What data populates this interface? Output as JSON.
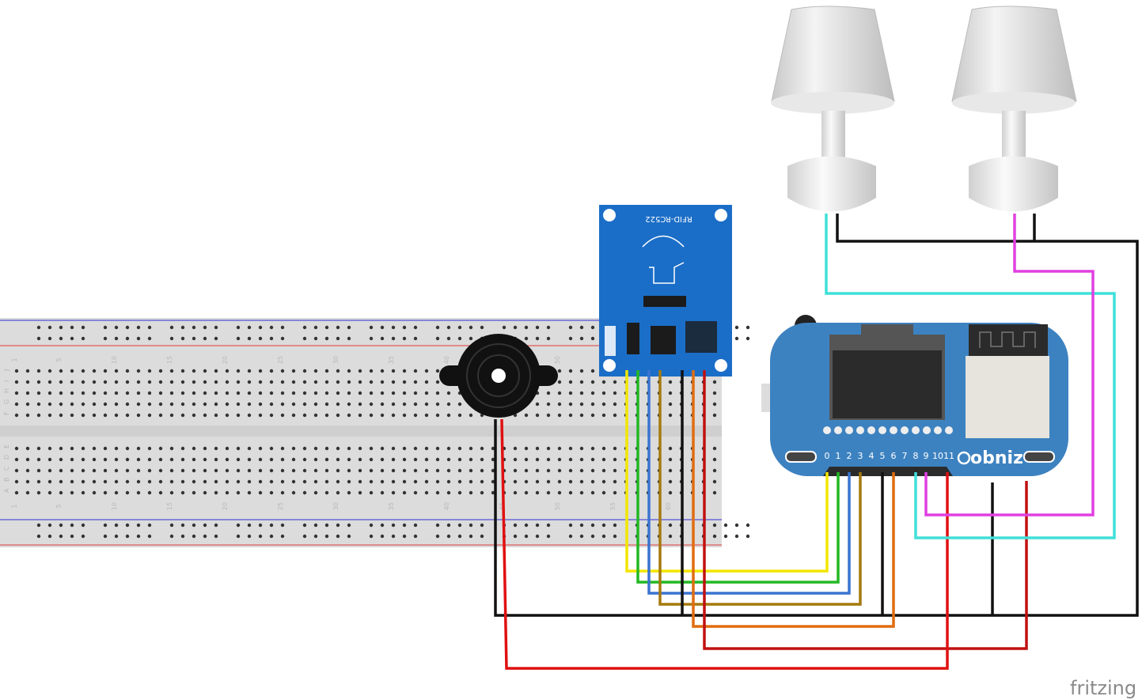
{
  "breadboard": {
    "column_labels": [
      "1",
      "5",
      "10",
      "15",
      "20",
      "25",
      "30",
      "35",
      "40",
      "45",
      "50",
      "55",
      "60"
    ],
    "row_labels_top": [
      "J",
      "I",
      "H",
      "G",
      "F"
    ],
    "row_labels_bottom": [
      "E",
      "D",
      "C",
      "B",
      "A"
    ]
  },
  "rfid": {
    "label": "RFID-RC522",
    "color": "#1b6ec7"
  },
  "obniz": {
    "brand": "obniz",
    "pin_labels": [
      "0",
      "1",
      "2",
      "3",
      "4",
      "5",
      "6",
      "7",
      "8",
      "9",
      "10",
      "11"
    ],
    "color": "#3d82c0"
  },
  "buzzer": {
    "color": "#111111"
  },
  "lamps": {
    "count": 2
  },
  "watermark": "fritzing",
  "wire_colors": {
    "yellow": "#f2e600",
    "green": "#22b822",
    "blue": "#3a74d0",
    "brown": "#a57a0e",
    "black": "#111111",
    "orange": "#e06d10",
    "red": "#e01010",
    "darkred": "#c01010",
    "cyan": "#3fe0d8",
    "magenta": "#e040e0"
  }
}
